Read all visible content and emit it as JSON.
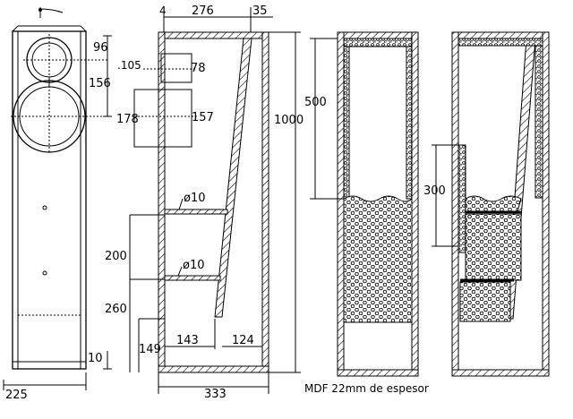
{
  "front_view": {
    "dim_tweeter_pos": "96",
    "dim_woofer_pos": "156",
    "dim_bottom": "10",
    "dim_width": "225"
  },
  "side_section": {
    "dim_top_small": "4",
    "dim_top": "276",
    "dim_top_right": "35",
    "dim_tweeter_offset": ".105",
    "dim_tweeter_size": "78",
    "dim_woofer_offset": "178",
    "dim_woofer_size": "157",
    "dim_height": "1000",
    "dim_hole_upper": "ø10",
    "dim_hole_lower": "ø10",
    "dim_lower_chamber": "200",
    "dim_bottom_chamber": "260",
    "dim_bottom_height": "149",
    "dim_bottom_inner": "143",
    "dim_bottom_port": "124",
    "dim_depth": "333"
  },
  "filled_view_1": {
    "dim_upper": "500"
  },
  "filled_view_2": {
    "dim_middle": "300"
  },
  "material_note": "MDF 22mm de espesor"
}
